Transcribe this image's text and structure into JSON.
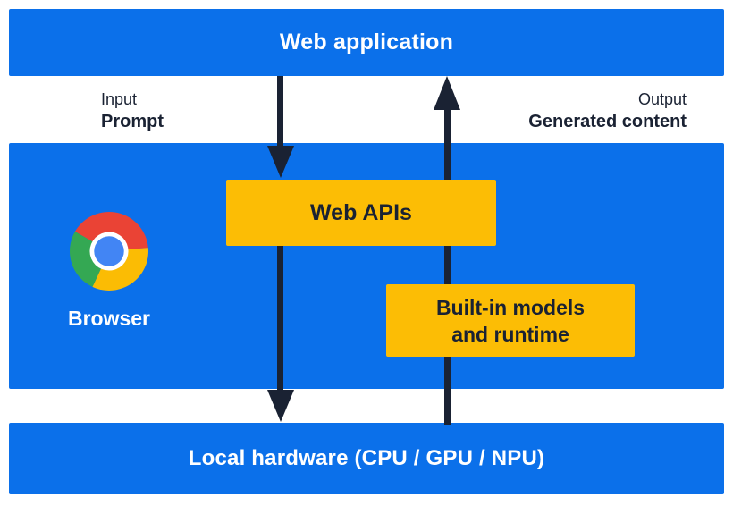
{
  "colors": {
    "band_blue": "#0b70ea",
    "box_yellow": "#fcbd05",
    "ink_dark": "#1a2233",
    "text_white": "#ffffff",
    "chrome_red": "#ea4335",
    "chrome_yellow": "#fbbc04",
    "chrome_green": "#34a853",
    "chrome_blue": "#4285f4"
  },
  "top_bar": {
    "label": "Web application"
  },
  "io_labels": {
    "input_caption": "Input",
    "input_value": "Prompt",
    "output_caption": "Output",
    "output_value": "Generated content"
  },
  "browser_section": {
    "label": "Browser",
    "icon": "chrome-logo-icon",
    "web_apis_box": {
      "label": "Web APIs"
    },
    "builtin_box": {
      "line1": "Built-in models",
      "line2": "and runtime"
    }
  },
  "bottom_bar": {
    "label": "Local hardware (CPU / GPU / NPU)"
  }
}
